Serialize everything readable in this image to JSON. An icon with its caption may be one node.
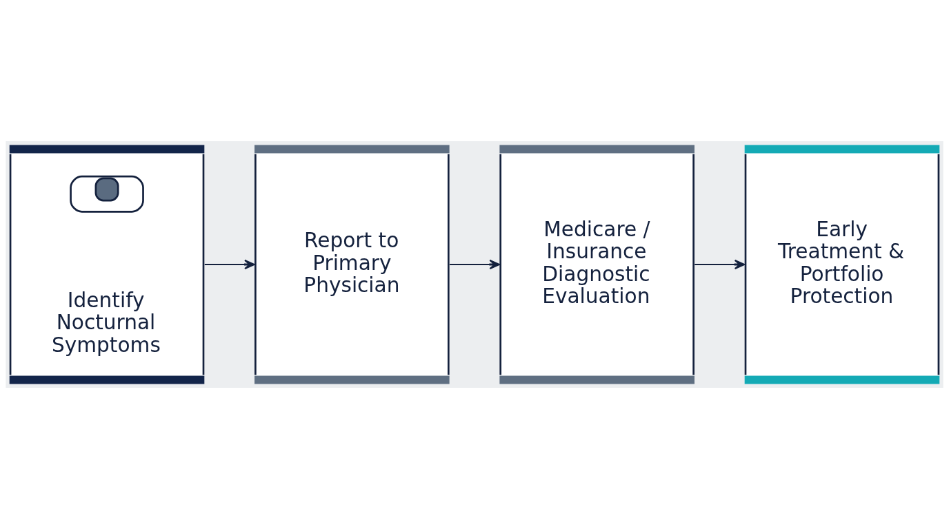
{
  "diagram": {
    "nodes": [
      {
        "text": [
          "Identify Nocturnal Symptoms"
        ]
      },
      {
        "text": [
          "Report to Primary Physician"
        ]
      },
      {
        "text": [
          "Medicare / Insurance Diagnostic Evaluation"
        ]
      },
      {
        "text": [
          "Early Treatment & Portfolio Protection"
        ]
      }
    ],
    "edges": [
      {
        "from": 0,
        "to": 1,
        "arrow": "to"
      },
      {
        "from": 1,
        "to": 2,
        "arrow": "to"
      },
      {
        "from": 2,
        "to": 3,
        "arrow": "to"
      }
    ]
  }
}
